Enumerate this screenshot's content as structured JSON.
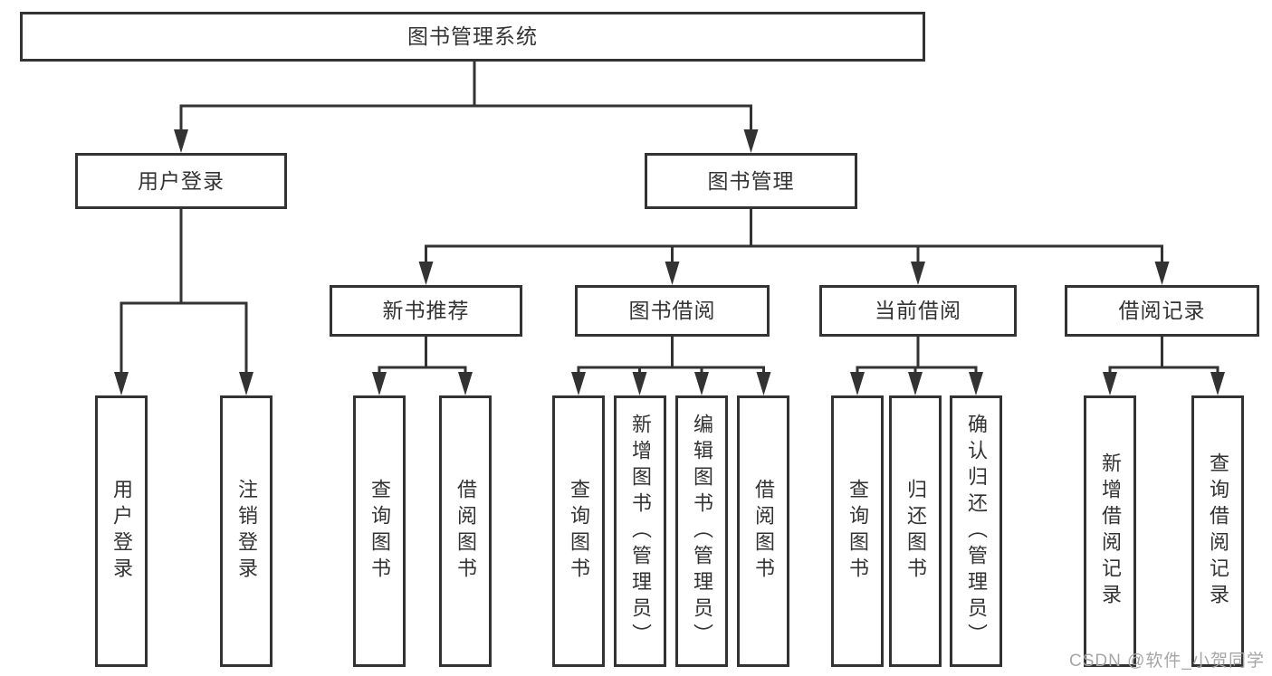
{
  "diagram": {
    "title_node": {
      "label": "图书管理系统"
    },
    "root": {
      "label": "图书管理系统"
    },
    "level2": [
      {
        "label": "用户登录",
        "parent": "图书管理系统"
      },
      {
        "label": "图书管理",
        "parent": "图书管理系统"
      }
    ],
    "level3": [
      {
        "label": "新书推荐",
        "parent": "图书管理"
      },
      {
        "label": "图书借阅",
        "parent": "图书管理"
      },
      {
        "label": "当前借阅",
        "parent": "图书管理"
      },
      {
        "label": "借阅记录",
        "parent": "图书管理"
      }
    ],
    "leaves": [
      {
        "label": "用户登录",
        "parent": "用户登录"
      },
      {
        "label": "注销登录",
        "parent": "用户登录"
      },
      {
        "label": "查询图书",
        "parent": "新书推荐"
      },
      {
        "label": "借阅图书",
        "parent": "新书推荐"
      },
      {
        "label": "查询图书",
        "parent": "图书借阅"
      },
      {
        "label": "新增图书（管理员）",
        "parent": "图书借阅"
      },
      {
        "label": "编辑图书（管理员）",
        "parent": "图书借阅"
      },
      {
        "label": "借阅图书",
        "parent": "图书借阅"
      },
      {
        "label": "查询图书",
        "parent": "当前借阅"
      },
      {
        "label": "归还图书",
        "parent": "当前借阅"
      },
      {
        "label": "确认归还（管理员）",
        "parent": "当前借阅"
      },
      {
        "label": "新增借阅记录",
        "parent": "借阅记录"
      },
      {
        "label": "查询借阅记录",
        "parent": "借阅记录"
      }
    ],
    "line_color": "#333333"
  },
  "watermark": {
    "text": "CSDN @软件_小贺同学"
  }
}
